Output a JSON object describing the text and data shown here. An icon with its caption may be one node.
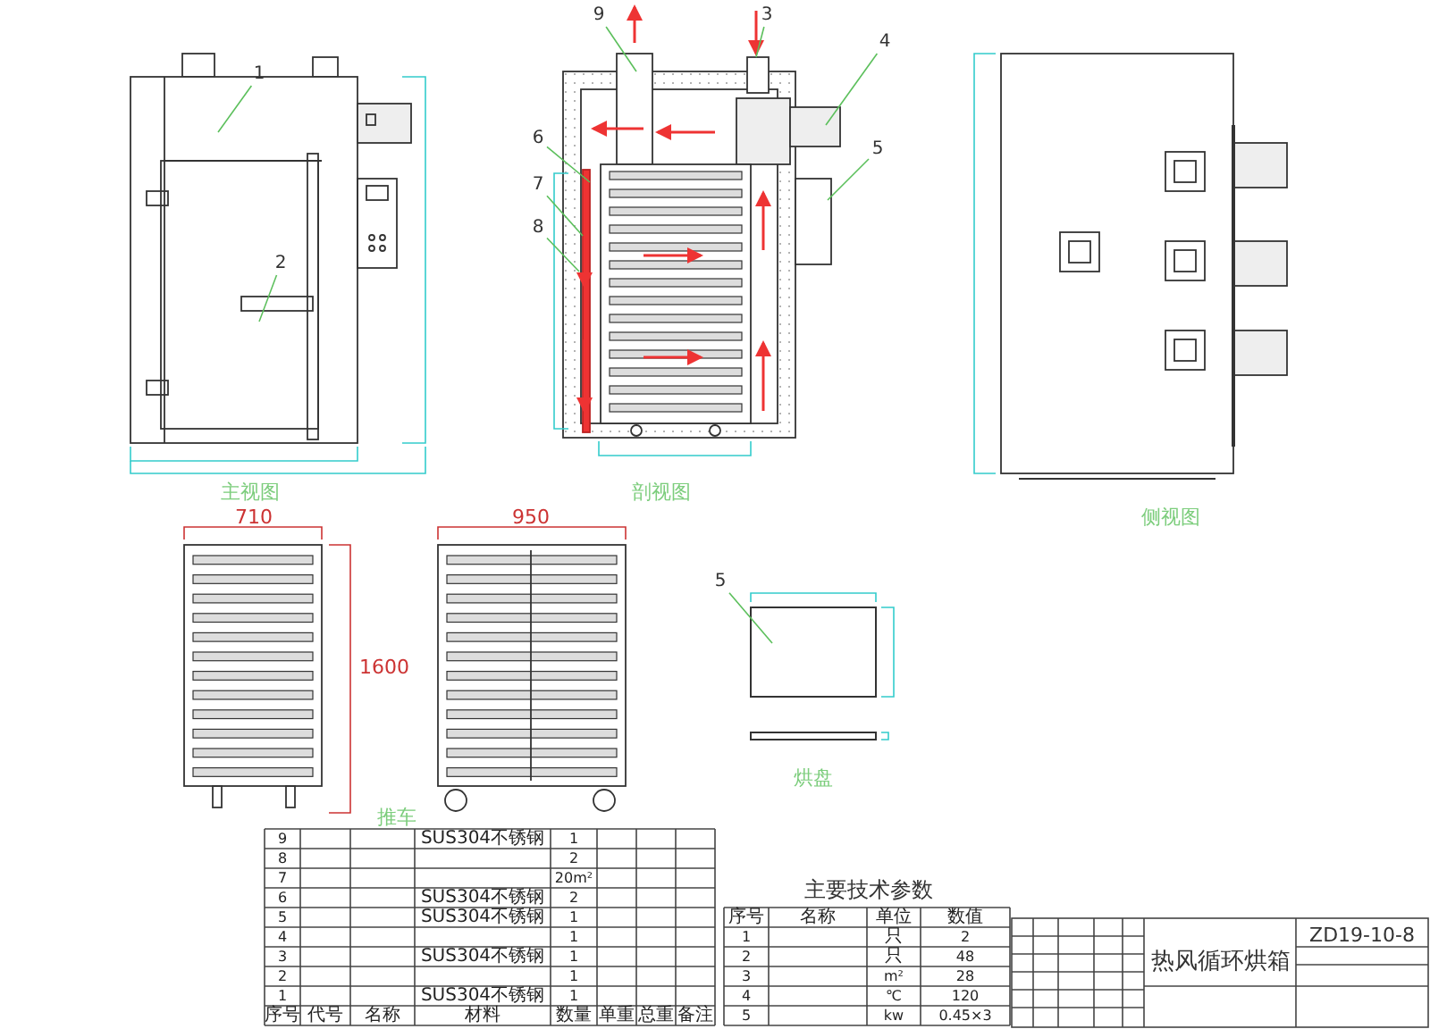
{
  "diagram": {
    "nodes": [
      {
        "text": [
          "1"
        ]
      },
      {
        "text": [
          "2"
        ]
      },
      {
        "text": [
          "9"
        ]
      },
      {
        "text": [
          "3"
        ]
      },
      {
        "text": [
          "4"
        ]
      },
      {
        "text": [
          "5"
        ]
      },
      {
        "text": [
          "6"
        ]
      },
      {
        "text": [
          "7"
        ]
      },
      {
        "text": [
          "8"
        ]
      },
      {
        "text": [
          "5"
        ]
      }
    ],
    "edges": [
      {
        "from": 0,
        "to": null,
        "arrow": "none"
      },
      {
        "from": 1,
        "to": null,
        "arrow": "none"
      },
      {
        "from": 2,
        "to": null,
        "arrow": "none"
      },
      {
        "from": 3,
        "to": null,
        "arrow": "none"
      },
      {
        "from": 4,
        "to": null,
        "arrow": "none"
      },
      {
        "from": 5,
        "to": null,
        "arrow": "none"
      },
      {
        "from": 6,
        "to": null,
        "arrow": "none"
      },
      {
        "from": 7,
        "to": null,
        "arrow": "none"
      },
      {
        "from": 8,
        "to": null,
        "arrow": "none"
      },
      {
        "from": 9,
        "to": null,
        "arrow": "none"
      }
    ],
    "labels": [
      "主视图",
      "剖视图",
      "710",
      "950",
      "侧视图",
      "1600",
      "推车",
      "烘盘",
      "主要技术参数",
      "9",
      "SUS304不锈钢",
      "1",
      "8",
      "2",
      "7",
      "20m²",
      "6",
      "SUS304不锈钢",
      "2",
      "5",
      "SUS304不锈钢",
      "1",
      "4",
      "1",
      "3",
      "SUS304不锈钢",
      "1",
      "2",
      "1",
      "1",
      "SUS304不锈钢",
      "1",
      "序号",
      "代号",
      "名称",
      "材料",
      "数量",
      "单重",
      "总重",
      "备注",
      "序号",
      "名称",
      "单位",
      "数值",
      "1",
      "只",
      "2",
      "2",
      "只",
      "48",
      "3",
      "m²",
      "28",
      "4",
      "℃",
      "120",
      "5",
      "kw",
      "0.45×3",
      "热风循环烘箱",
      "ZD19-10-8"
    ]
  }
}
